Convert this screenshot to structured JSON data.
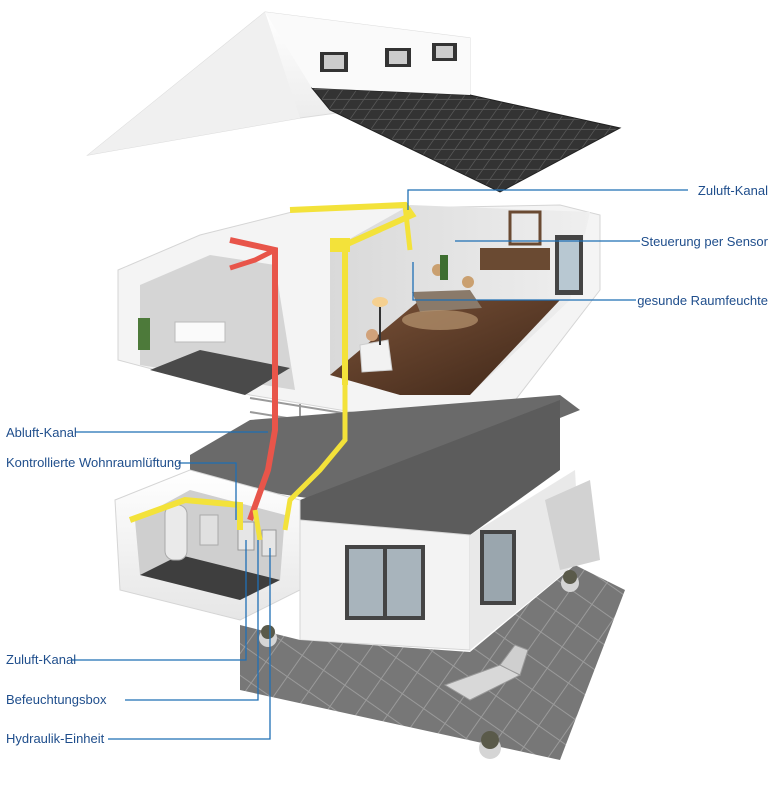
{
  "colors": {
    "leader_line": "#1f6fb5",
    "label_text": "#1f4e8c",
    "supply_duct": "#f3e23a",
    "exhaust_duct": "#e8554a",
    "roof_tiles": "#2d2d2d",
    "floor_wood": "#5a3a28",
    "terrace_tiles": "#6b6b6b",
    "wall": "#f5f5f5"
  },
  "labels": {
    "zuluft_kanal_top": "Zuluft-Kanal",
    "steuerung_sensor": "Steuerung per Sensor",
    "raumfeuchte": "gesunde Raumfeuchte",
    "abluft_kanal": "Abluft-Kanal",
    "wohnraumlueftung": "Kontrollierte Wohnraumlüftung",
    "zuluft_kanal_bottom": "Zuluft-Kanal",
    "befeuchtungsbox": "Befeuchtungsbox",
    "hydraulik_einheit": "Hydraulik-Einheit"
  }
}
